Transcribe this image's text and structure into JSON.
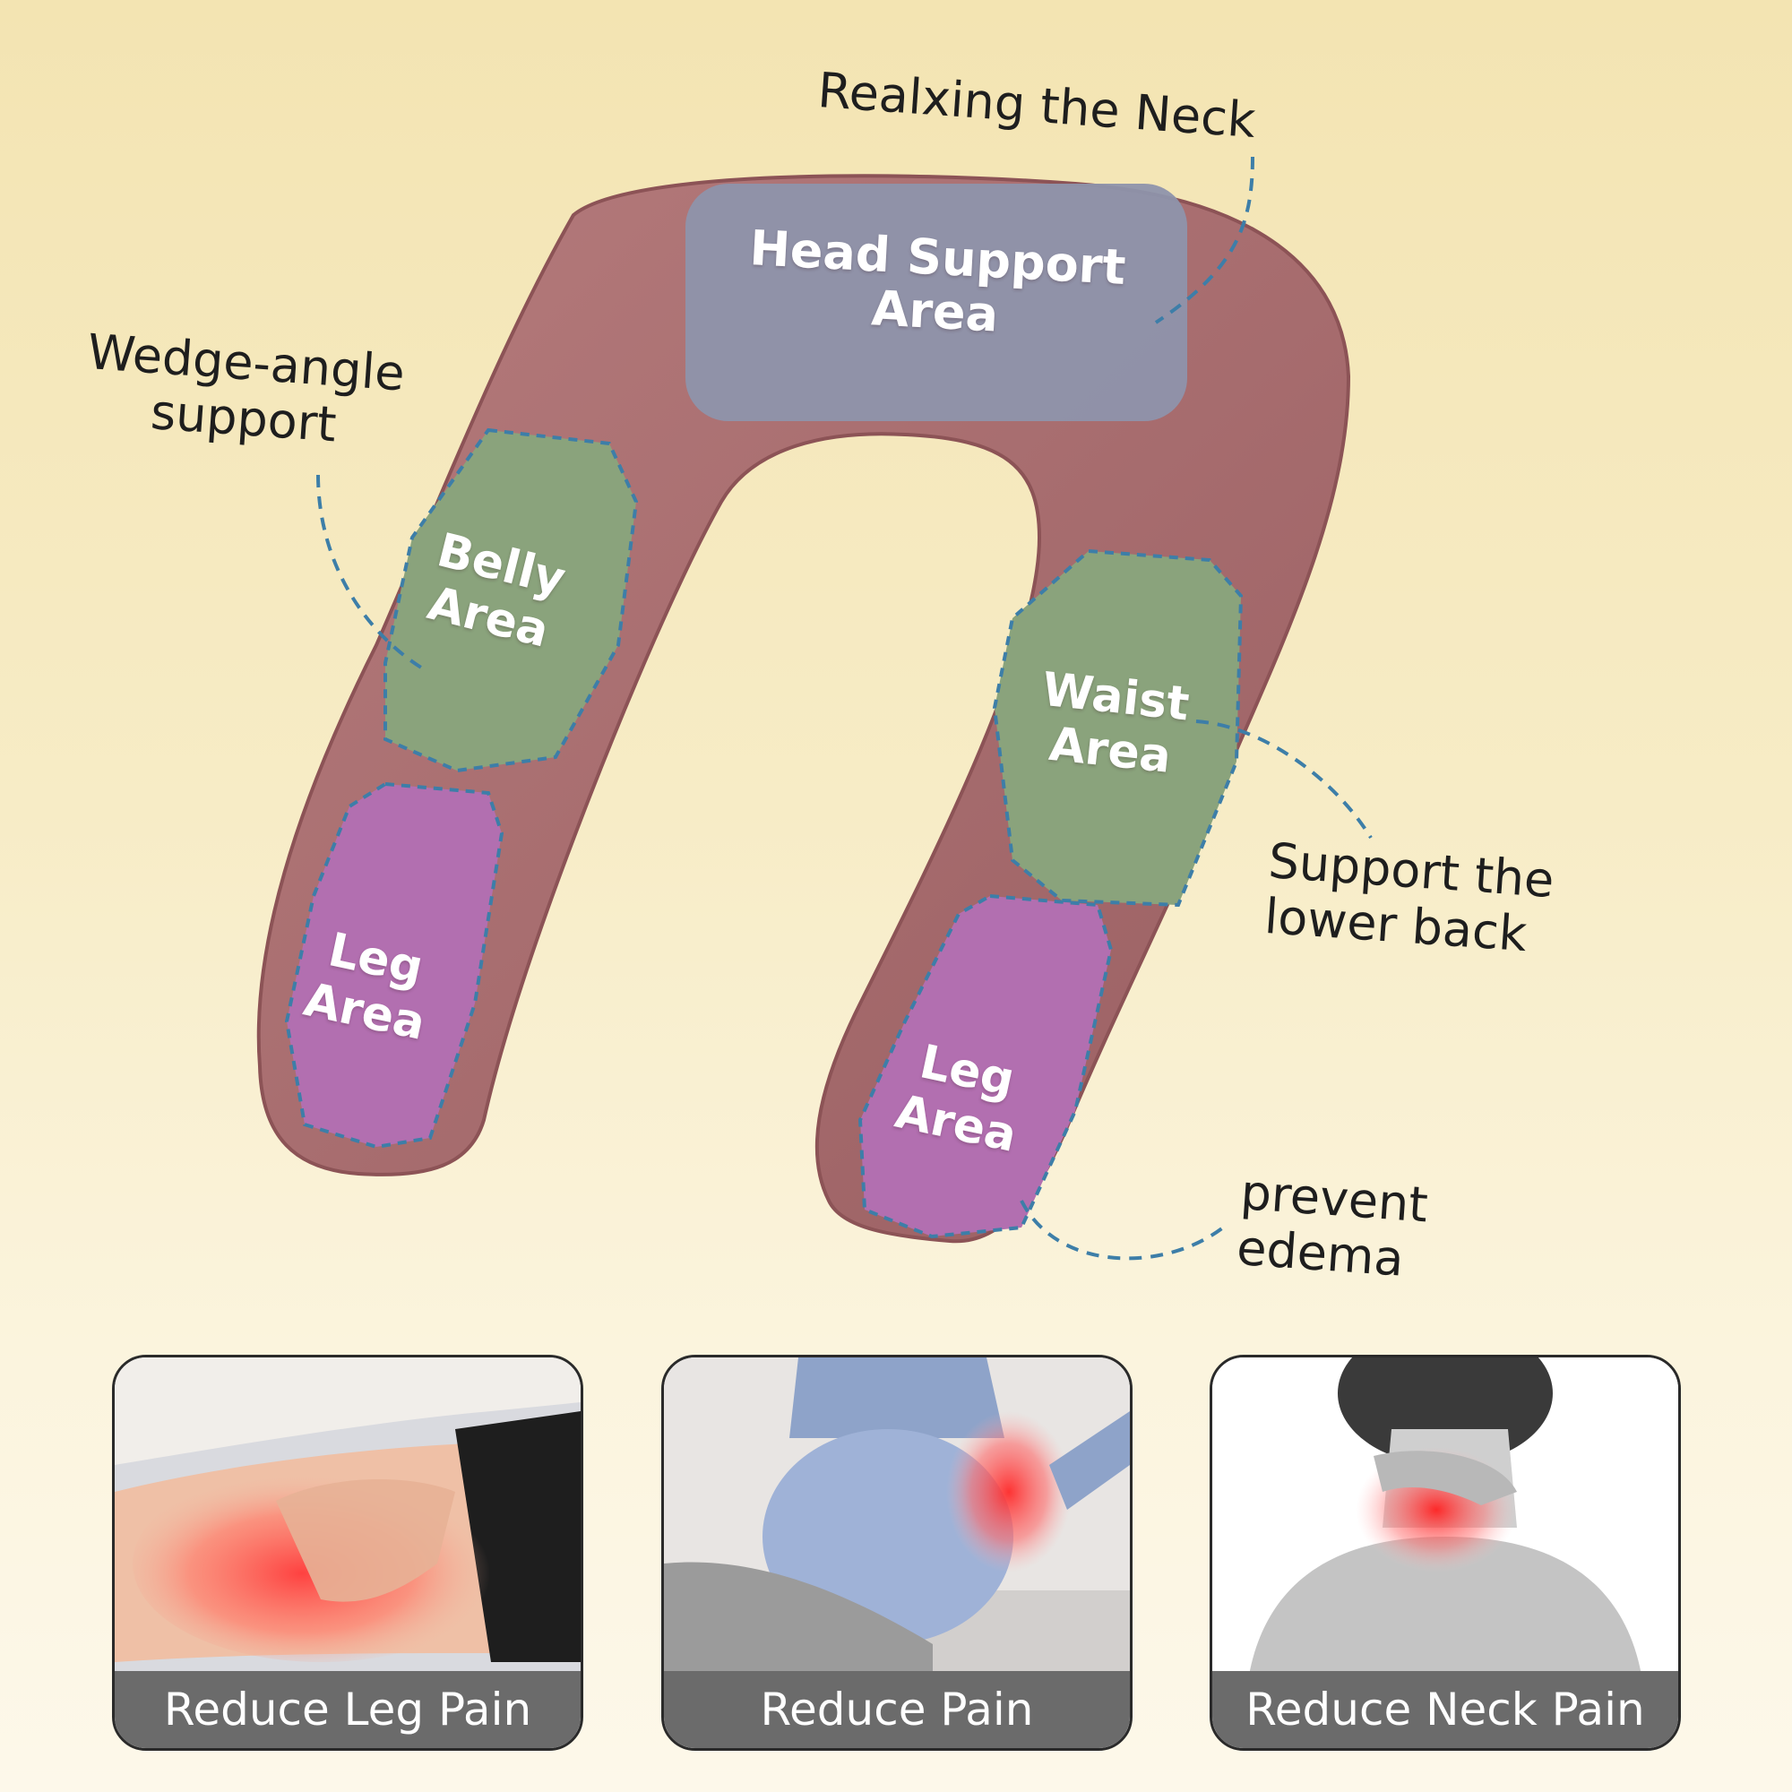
{
  "colors": {
    "pillow": "#a86d6f",
    "head_zone": "#8e94ab",
    "belly_zone": "#8aa37c",
    "waist_zone": "#8aa37c",
    "leg_zone": "#b26fb0",
    "dash": "#3d7ea8",
    "caption_bar": "#6b6b6b"
  },
  "callouts": {
    "neck": "Realxing the Neck",
    "wedge_line1": "Wedge-angle",
    "wedge_line2": "support",
    "lower_back_line1": "Support the",
    "lower_back_line2": "lower back",
    "edema_line1": "prevent",
    "edema_line2": "edema"
  },
  "zones": {
    "head_line1": "Head Support",
    "head_line2": "Area",
    "belly_line1": "Belly",
    "belly_line2": "Area",
    "waist_line1": "Waist",
    "waist_line2": "Area",
    "leg_left_line1": "Leg",
    "leg_left_line2": "Area",
    "leg_right_line1": "Leg",
    "leg_right_line2": "Area"
  },
  "cards": [
    {
      "caption": "Reduce Leg Pain",
      "icon": "leg-pain-photo"
    },
    {
      "caption": "Reduce Pain",
      "icon": "back-pain-photo"
    },
    {
      "caption": "Reduce Neck Pain",
      "icon": "neck-pain-photo"
    }
  ]
}
